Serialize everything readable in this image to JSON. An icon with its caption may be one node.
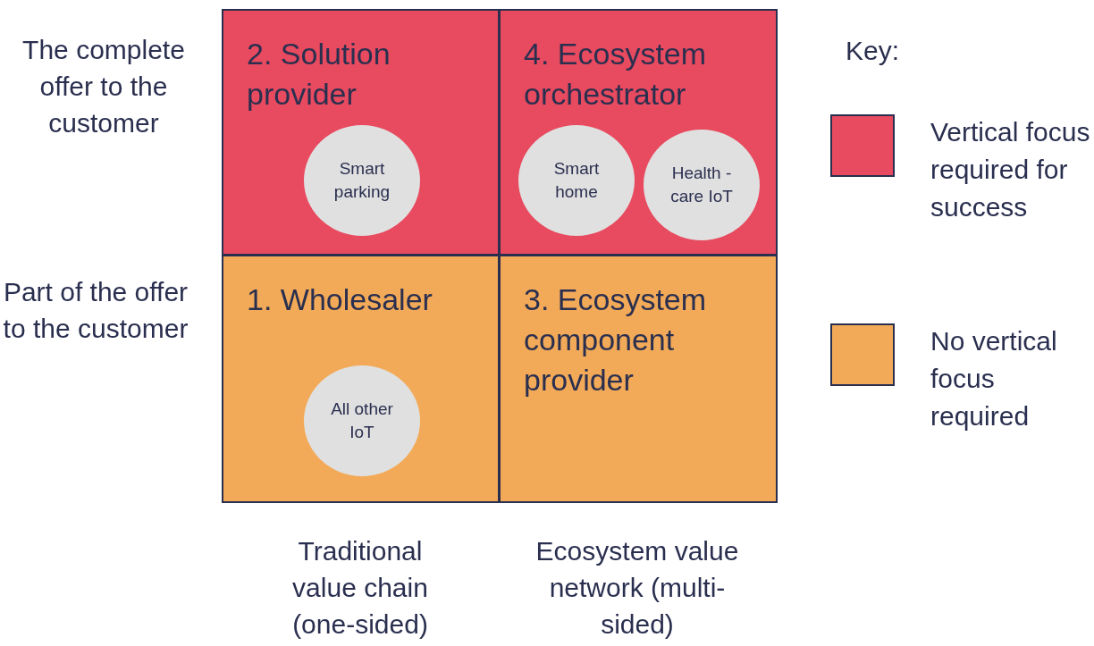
{
  "diagram": {
    "nodes": [
      {
        "text": [
          "2. Solution provider"
        ]
      },
      {
        "text": [
          "Smart parking"
        ],
        "in": 0
      },
      {
        "text": [
          "4. Ecosystem orchestrator"
        ]
      },
      {
        "text": [
          "Smart home"
        ],
        "in": 2
      },
      {
        "text": [
          "Health -care IoT"
        ],
        "in": 2
      },
      {
        "text": [
          "1. Wholesaler"
        ]
      },
      {
        "text": [
          "All other IoT"
        ],
        "in": 5
      },
      {
        "text": [
          "3. Ecosystem component provider"
        ]
      }
    ],
    "edges": [],
    "labels": [
      "The complete offer to the customer",
      "Key:",
      "Part of the offer to the customer",
      "Traditional value chain (one-sided)",
      "Ecosystem value network (multi-sided)"
    ],
    "legend": [
      {
        "text": "Vertical focus required for success",
        "color": "#e84a5f"
      },
      {
        "text": "No vertical focus required",
        "color": "#f2aa58"
      }
    ]
  }
}
